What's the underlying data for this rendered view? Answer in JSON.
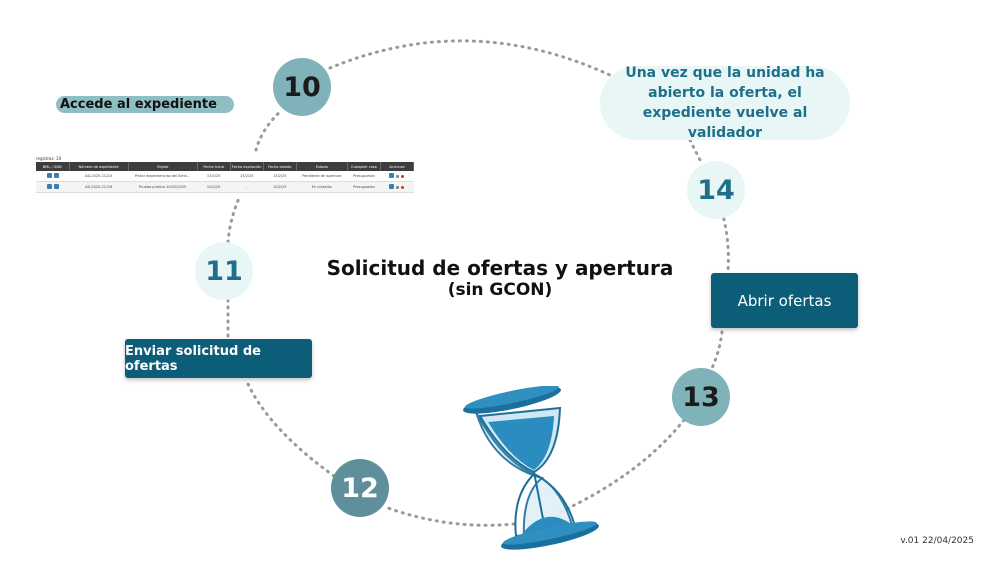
{
  "diagram": {
    "title_line1": "Solicitud de ofertas y apertura",
    "title_line2": "(sin GCON)",
    "version": "v.01 22/04/2025",
    "steps": {
      "s10": "10",
      "s11": "11",
      "s12": "12",
      "s13": "13",
      "s14": "14"
    },
    "labels": {
      "accede": "Accede al expediente",
      "enviar": "Enviar solicitud de ofertas",
      "abrir": "Abrir ofertas",
      "vuelve": "Una vez que la unidad ha abierto la oferta, el expediente vuelve al validador"
    },
    "colors": {
      "teal": "#7fb2b9",
      "light": "#e8f6f6",
      "slate": "#5f8f9a",
      "button": "#0b5d78",
      "accent_text": "#1d6f8a"
    }
  },
  "mini_table": {
    "caption": "registros: 10",
    "headers": [
      "BML / GDN",
      "Número de expediente",
      "Objeto",
      "Fecha inicio",
      "Fecha expiración",
      "Fecha estado",
      "Estado",
      "Cualquier cosa",
      "Acciones"
    ],
    "rows": [
      [
        "",
        "AD-2025-CC/24",
        "Pintar dependencias del Servi...",
        "13/2/25",
        "13/2/25",
        "13/2/25",
        "Pendiente de apertura",
        "Presupuesto",
        ""
      ],
      [
        "",
        "AD-2025-CC/26",
        "Prueba pública 10/02/2025",
        "10/2/25",
        "-",
        "10/2/25",
        "En creación",
        "Presupuesto",
        ""
      ]
    ]
  }
}
